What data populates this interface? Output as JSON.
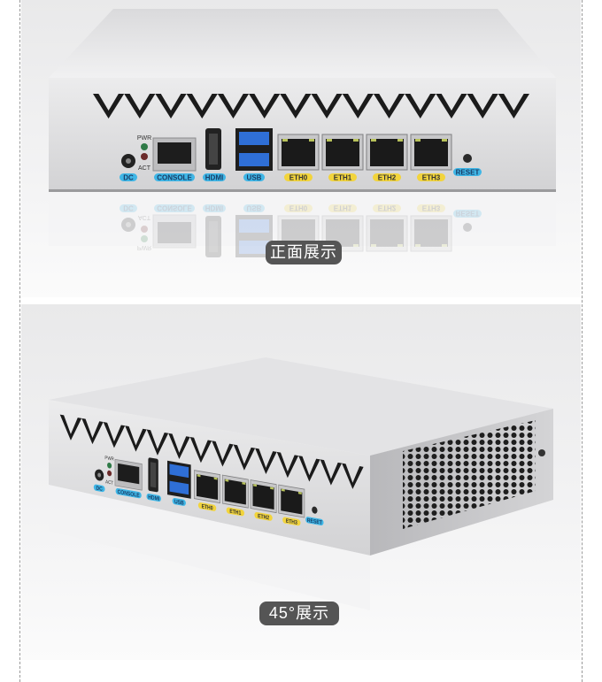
{
  "ports": {
    "dc": "DC",
    "pwr": "PWR",
    "act": "ACT",
    "console": "CONSOLE",
    "hdmi": "HDMI",
    "usb": "USB",
    "eth": [
      "ETH0",
      "ETH1",
      "ETH2",
      "ETH3"
    ],
    "reset": "RESET"
  },
  "captions": {
    "front": "正面展示",
    "angle": "45°展示"
  },
  "colors": {
    "blue_label": "#3fb6e6",
    "yellow_label": "#f2d43c",
    "caption_bg": "#555555",
    "chassis": "#d9d9db"
  }
}
